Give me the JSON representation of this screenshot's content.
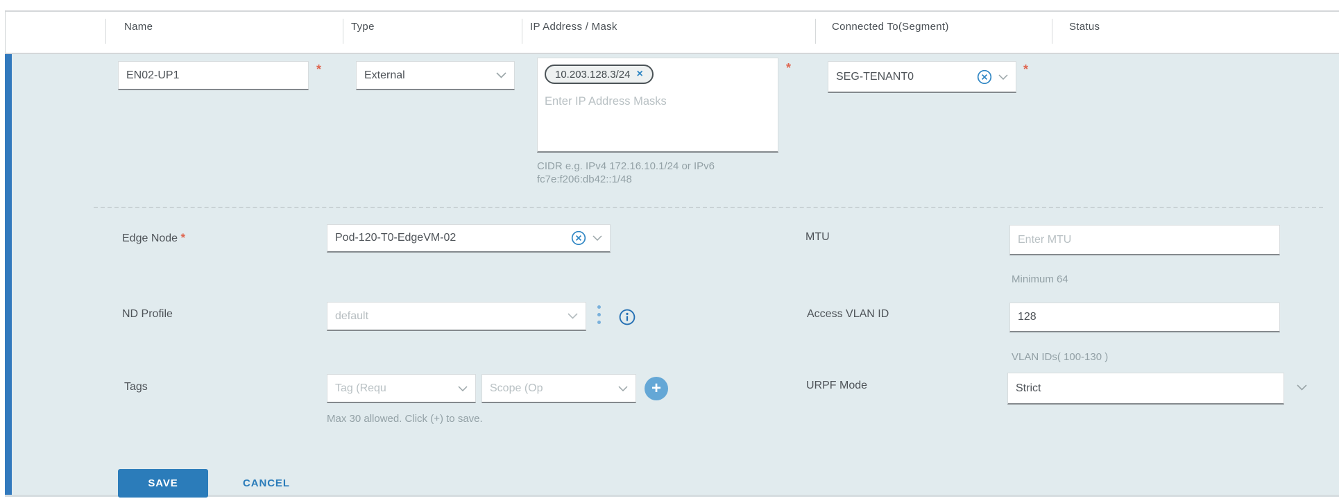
{
  "table_header": {
    "columns": [
      {
        "label": "Name"
      },
      {
        "label": "Type"
      },
      {
        "label": "IP Address / Mask"
      },
      {
        "label": "Connected To(Segment)"
      },
      {
        "label": "Status"
      }
    ]
  },
  "row": {
    "name": {
      "value": "EN02-UP1",
      "required_marker": "*"
    },
    "type": {
      "selected": "External"
    },
    "ip_address": {
      "chip": {
        "value": "10.203.128.3/24",
        "remove_icon": "×"
      },
      "placeholder": "Enter IP Address Masks",
      "required_marker": "*",
      "helper": "CIDR e.g. IPv4 172.16.10.1/24 or IPv6 fc7e:f206:db42::1/48"
    },
    "connected_to": {
      "selected": "SEG-TENANT0",
      "required_marker": "*"
    }
  },
  "details": {
    "edge_node": {
      "label": "Edge Node",
      "required_marker": "*",
      "selected": "Pod-120-T0-EdgeVM-02"
    },
    "mtu": {
      "label": "MTU",
      "placeholder": "Enter MTU",
      "helper": "Minimum 64"
    },
    "nd_profile": {
      "label": "ND Profile",
      "selected": "default"
    },
    "access_vlan_id": {
      "label": "Access VLAN ID",
      "value": "128",
      "helper": "VLAN IDs( 100-130 )"
    },
    "tags": {
      "label": "Tags",
      "tag_placeholder": "Tag (Requ",
      "scope_placeholder": "Scope (Op",
      "add_label": "+",
      "helper": "Max 30 allowed. Click (+) to save."
    },
    "urpf_mode": {
      "label": "URPF Mode",
      "selected": "Strict"
    }
  },
  "actions": {
    "save": "SAVE",
    "cancel": "CANCEL"
  },
  "colors": {
    "accent_blue": "#2b7cba",
    "left_bar_blue": "#3279bd",
    "panel_background": "#e1ebee",
    "required_asterisk": "#df654f",
    "icon_blue": "#2f86c4",
    "helper_gray": "#93a1a6"
  }
}
